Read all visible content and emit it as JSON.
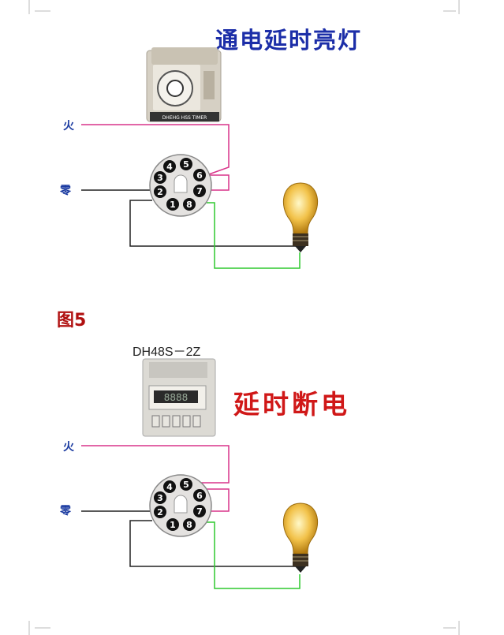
{
  "diagrams": [
    {
      "title": "通电延时亮灯",
      "fire_label": "火",
      "zero_label": "零",
      "relay_text": "DHEHG HSS TIMER",
      "pins": [
        "1",
        "2",
        "3",
        "4",
        "5",
        "6",
        "7",
        "8"
      ]
    },
    {
      "figure_label": "图5",
      "model": "DH48S－2Z",
      "title": "延时断电",
      "fire_label": "火",
      "zero_label": "零",
      "display_text": "8888",
      "pins": [
        "1",
        "2",
        "3",
        "4",
        "5",
        "6",
        "7",
        "8"
      ]
    }
  ],
  "colors": {
    "fire_wire": "#d8338a",
    "neutral_wire": "#222222",
    "bulb_wire": "#2ec82e",
    "title1": "#1c2ea8",
    "title2": "#d01818"
  }
}
